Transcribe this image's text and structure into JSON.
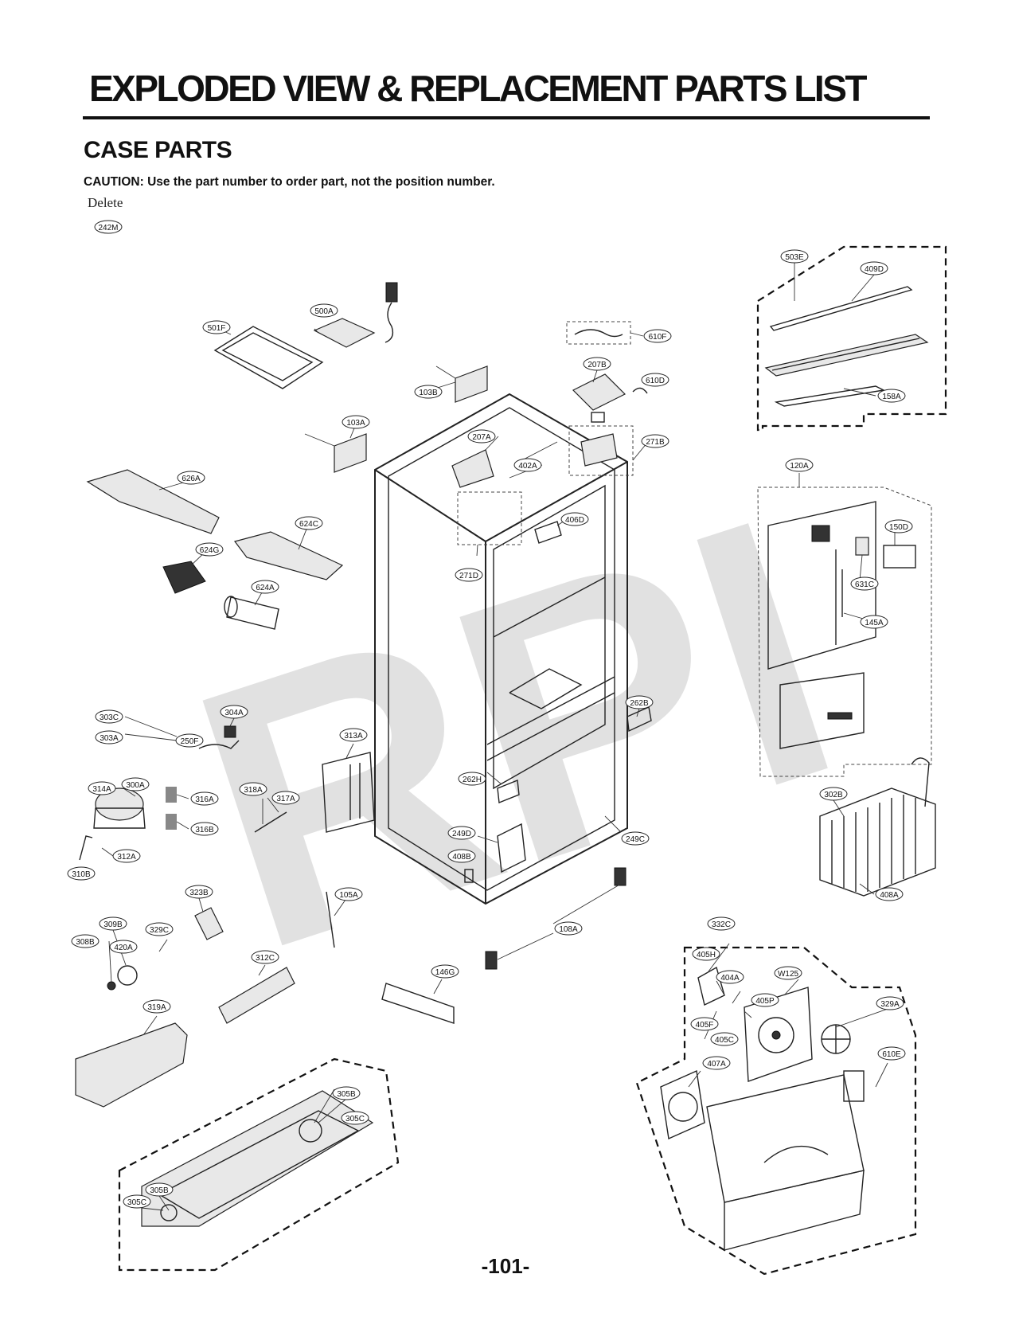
{
  "header": {
    "title": "EXPLODED VIEW & REPLACEMENT PARTS LIST",
    "section": "CASE PARTS",
    "caution": "CAUTION: Use the part number to order part, not the position number.",
    "delete_note": "Delete",
    "deleted_part": "242M"
  },
  "watermark": "RPI",
  "page_number": "-101-",
  "callouts": {
    "c503E": "503E",
    "c409D": "409D",
    "c158A": "158A",
    "c500A": "500A",
    "c501F": "501F",
    "c610F": "610F",
    "c207B": "207B",
    "c610D": "610D",
    "c103B": "103B",
    "c103A": "103A",
    "c207A": "207A",
    "c402A": "402A",
    "c271B": "271B",
    "c626A": "626A",
    "c624C": "624C",
    "c624G": "624G",
    "c624A": "624A",
    "c406D": "406D",
    "c271D": "271D",
    "c120A": "120A",
    "c150D": "150D",
    "c631C": "631C",
    "c145A": "145A",
    "c262B": "262B",
    "c303C": "303C",
    "c303A": "303A",
    "c250F": "250F",
    "c304A": "304A",
    "c313A": "313A",
    "c314A": "314A",
    "c300A": "300A",
    "c316A": "316A",
    "c316B": "316B",
    "c318A": "318A",
    "c317A": "317A",
    "c312A": "312A",
    "c310B": "310B",
    "c262H": "262H",
    "c249D": "249D",
    "c249C": "249C",
    "c408B": "408B",
    "c302B": "302B",
    "c408A": "408A",
    "c323B": "323B",
    "c105A": "105A",
    "c309B": "309B",
    "c329C": "329C",
    "c308B": "308B",
    "c420A": "420A",
    "c108A": "108A",
    "c332C": "332C",
    "c405H": "405H",
    "cW125": "W125",
    "c404A": "404A",
    "c405P": "405P",
    "c329A": "329A",
    "c405F": "405F",
    "c405C": "405C",
    "c312C": "312C",
    "c146G": "146G",
    "c319A": "319A",
    "c407A": "407A",
    "c610E": "610E",
    "c305B1": "305B",
    "c305C1": "305C",
    "c305B2": "305B",
    "c305C2": "305C"
  }
}
